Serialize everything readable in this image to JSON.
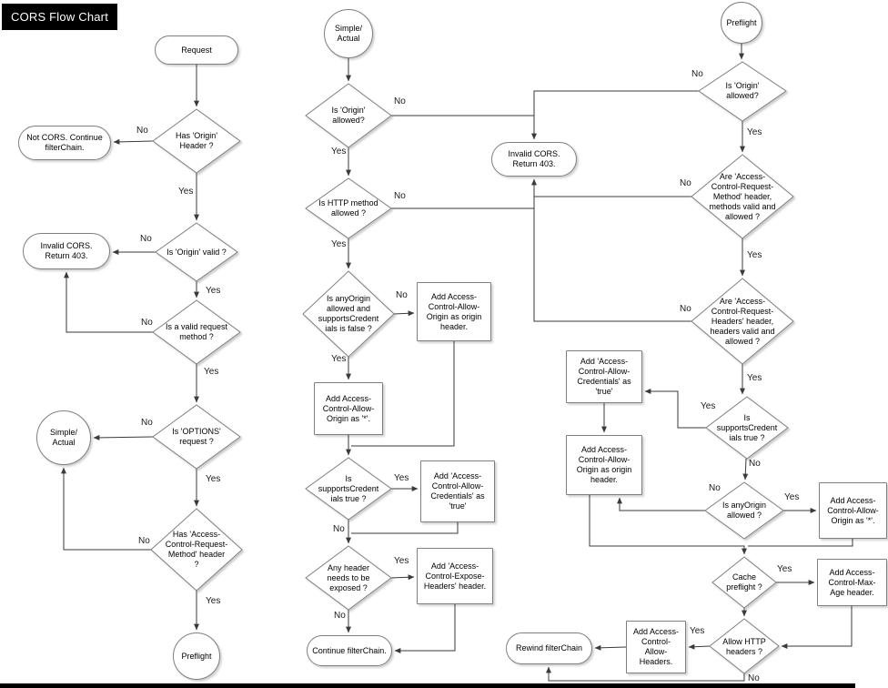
{
  "title": "CORS Flow Chart",
  "edge": {
    "yes": "Yes",
    "no": "No"
  },
  "colors": {
    "shape_stroke": "#7f7f7f",
    "connector": "#3a3a3a",
    "title_bg": "#000000",
    "title_fg": "#ffffff"
  },
  "nodes": {
    "l_request": "Request",
    "l_has_origin": "Has 'Origin'\nHeader ?",
    "l_not_cors": "Not CORS. Continue\nfilterChain.",
    "l_origin_valid": "Is 'Origin' valid ?",
    "l_invalid_cors": "Invalid CORS.\nReturn 403.",
    "l_valid_method": "Is a valid request\nmethod ?",
    "l_options_request": "Is 'OPTIONS'\nrequest ?",
    "l_simple_actual": "Simple/\nActual",
    "l_has_acrm": "Has 'Access-\nControl-Request-\nMethod' header\n?",
    "l_preflight": "Preflight",
    "m_simple_actual": "Simple/\nActual",
    "m_origin_allowed": "Is 'Origin'\nallowed?",
    "m_invalid_cors": "Invalid CORS.\nReturn 403.",
    "m_http_method": "Is HTTP method\nallowed ?",
    "m_any_origin_cred": "Is anyOrigin\nallowed and\nsupportsCredent\nials is false ?",
    "m_add_origin_header": "Add Access-\nControl-Allow-\nOrigin as origin\nheader.",
    "m_add_star": "Add Access-\nControl-Allow-\nOrigin as '*'.",
    "m_supports_cred": "Is\nsupportsCredent\nials true ?",
    "m_add_cred_true": "Add 'Access-\nControl-Allow-\nCredentials' as\n'true'",
    "m_any_header_exposed": "Any header\nneeds to be\nexposed ?",
    "m_add_expose": "Add 'Access-\nControl-Expose-\nHeaders' header.",
    "m_continue_filter": "Continue filterChain.",
    "r_preflight": "Preflight",
    "r_origin_allowed": "Is 'Origin'\nallowed?",
    "r_acrm_valid": "Are 'Access-\nControl-Request-\nMethod' header,\nmethods valid and\nallowed ?",
    "r_acrh_valid": "Are 'Access-\nControl-Request-\nHeaders' header,\nheaders valid and\nallowed ?",
    "r_supports_cred": "Is\nsupportsCredent\nials true ?",
    "r_add_cred_true": "Add 'Access-\nControl-Allow-\nCredentials' as\n'true'",
    "r_add_origin_header": "Add Access-\nControl-Allow-\nOrigin as origin\nheader.",
    "r_any_origin": "Is anyOrigin\nallowed ?",
    "r_add_star": "Add Access-\nControl-Allow-\nOrigin as '*'.",
    "r_cache_preflight": "Cache\npreflight ?",
    "r_add_max_age": "Add Access-\nControl-Max-\nAge header.",
    "r_allow_http_headers": "Allow HTTP\nheaders ?",
    "r_add_allow_headers": "Add Access-\nControl-\nAllow-\nHeaders.",
    "r_rewind_filter": "Rewind filterChain"
  }
}
